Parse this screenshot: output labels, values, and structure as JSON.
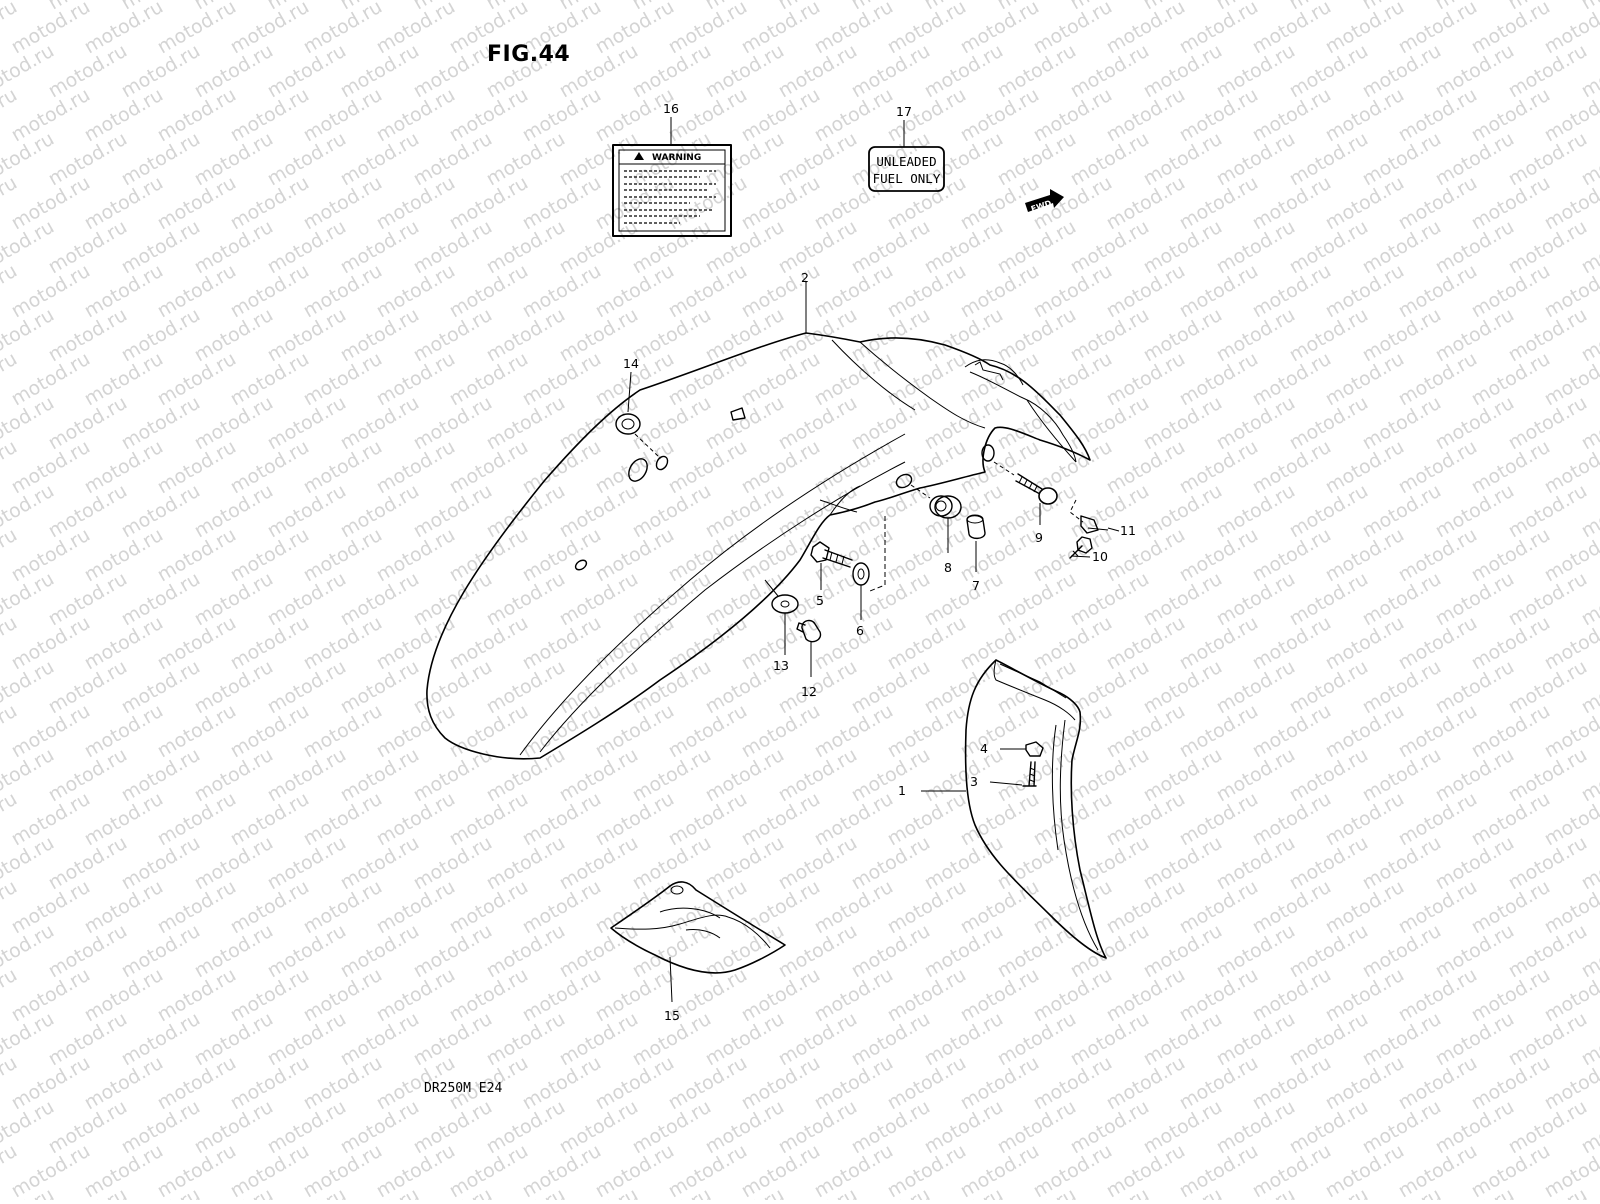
{
  "figure": {
    "title": "FIG.44",
    "model_code": "DR250M  E24",
    "watermark": "motod.ru"
  },
  "labels": {
    "warning_title": "WARNING",
    "fuel_line1": "UNLEADED",
    "fuel_line2": "FUEL ONLY",
    "fwd": "FWD"
  },
  "callouts": [
    {
      "num": "1"
    },
    {
      "num": "2"
    },
    {
      "num": "3"
    },
    {
      "num": "4"
    },
    {
      "num": "5"
    },
    {
      "num": "6"
    },
    {
      "num": "7"
    },
    {
      "num": "8"
    },
    {
      "num": "9"
    },
    {
      "num": "10"
    },
    {
      "num": "11"
    },
    {
      "num": "12"
    },
    {
      "num": "13"
    },
    {
      "num": "14"
    },
    {
      "num": "15"
    },
    {
      "num": "16"
    },
    {
      "num": "17"
    }
  ]
}
